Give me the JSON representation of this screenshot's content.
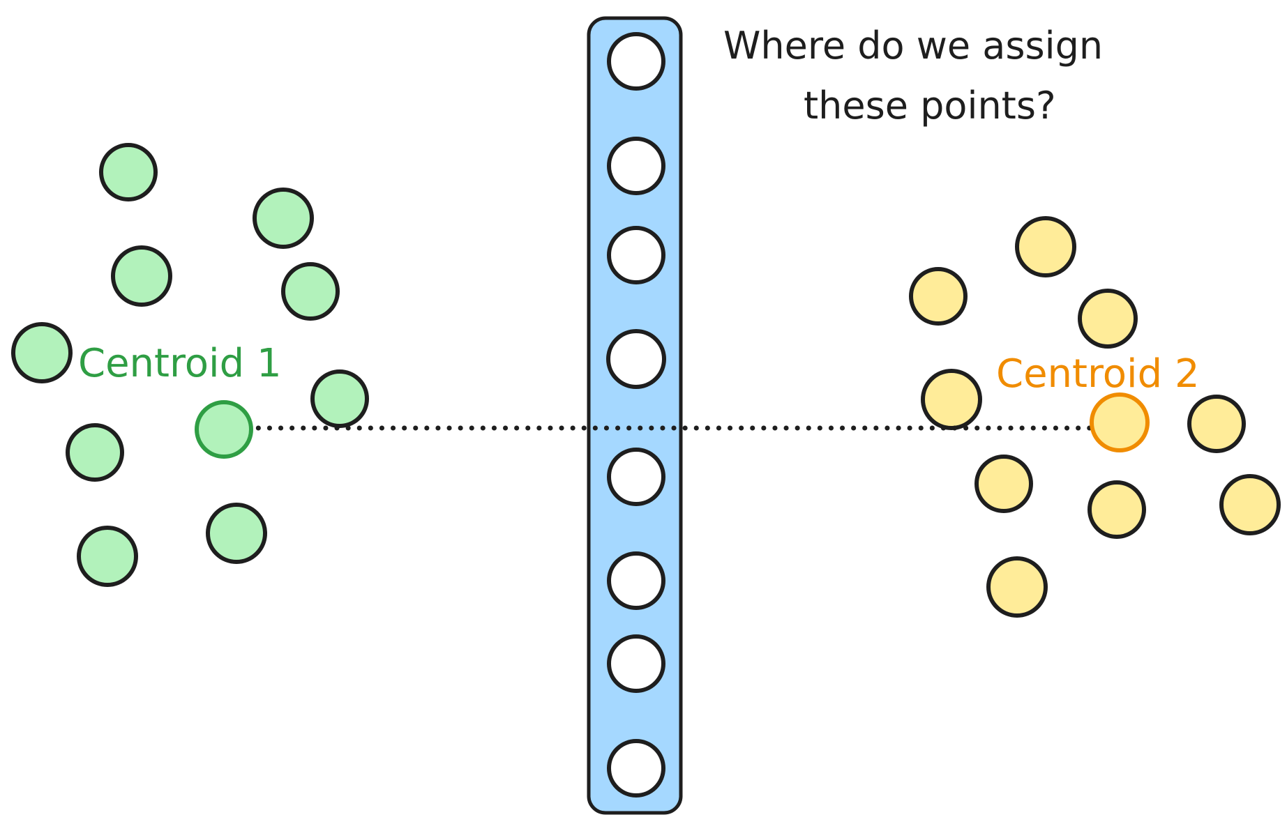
{
  "question": {
    "line1": "Where do we assign",
    "line2": "these points?"
  },
  "clusters": {
    "green": {
      "label": "Centroid 1",
      "fill": "#b2f2bb",
      "stroke": "#1e1e1e",
      "centroid_color": "#2f9e44"
    },
    "orange": {
      "label": "Centroid 2",
      "fill": "#ffec99",
      "stroke": "#1e1e1e",
      "centroid_color": "#f08c00"
    }
  },
  "boundary": {
    "fill": "#a5d8ff",
    "stroke": "#1e1e1e",
    "point_count": 8,
    "point_fill": "#ffffff"
  },
  "connector": {
    "style": "dotted",
    "color": "#1e1e1e"
  }
}
